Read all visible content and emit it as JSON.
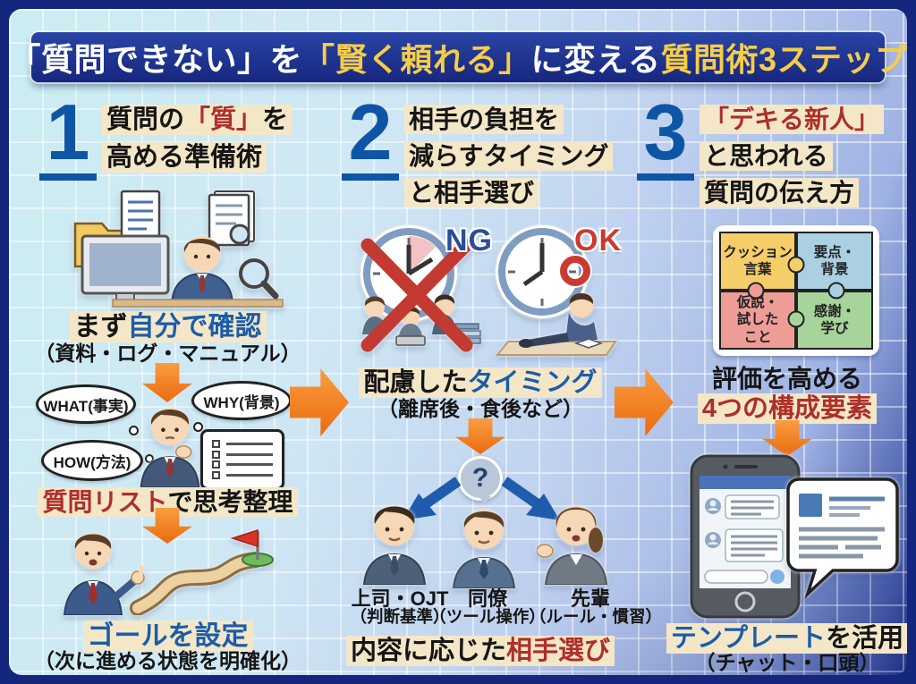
{
  "colors": {
    "frame_navy": "#15267d",
    "title_navy": "#1c2f87",
    "title_yellow": "#f6cd49",
    "accent_orange": "#ee7518",
    "number_blue": "#0f55a5",
    "text_red": "#ae2f2a",
    "text_blue": "#1b5cab",
    "highlight_cream": "#f4e7c8",
    "ng_blue": "#2c4d96",
    "ok_red": "#cc3a2f"
  },
  "title": {
    "w1": "「質問できない」を",
    "y1": "「賢く頼れる」",
    "w2": "に変える",
    "y2": "質問術3ステップ"
  },
  "step1": {
    "num": "1",
    "h1a": "質問の",
    "h1b": "「質」",
    "h1c": "を",
    "h2": "高める準備術",
    "confirm_a": "まず",
    "confirm_b": "自分で確認",
    "confirm_sub": "（資料・ログ・マニュアル）",
    "what": "WHAT(事実)",
    "why": "WHY(背景)",
    "how": "HOW(方法)",
    "list_a": "質問リスト",
    "list_b": "で思考整理",
    "goal": "ゴールを設定",
    "goal_sub": "（次に進める状態を明確化）"
  },
  "step2": {
    "num": "2",
    "h1": "相手の負担を",
    "h2": "減らすタイミング",
    "h3": "と相手選び",
    "ng": "NG",
    "ok": "OK",
    "timing_a": "配慮した",
    "timing_b": "タイミング",
    "timing_sub": "（離席後・食後など）",
    "qmark": "?",
    "p1": "上司・OJT",
    "p1s": "（判断基準）",
    "p2": "同僚",
    "p2s": "（ツール操作）",
    "p3": "先輩",
    "p3s": "（ルール・慣習）",
    "choose_a": "内容に応じた",
    "choose_b": "相手選び"
  },
  "step3": {
    "num": "3",
    "h1": "「デキる新人」",
    "h2": "と思われる",
    "h3": "質問の伝え方",
    "pz_tl": "クッション\n言葉",
    "pz_tr": "要点・\n背景",
    "pz_bl": "仮説・\n試した\nこと",
    "pz_br": "感謝・\n学び",
    "eval_a": "評価を高める",
    "eval_b": "4つの構成要素",
    "tpl_a": "テンプレート",
    "tpl_b": "を活用",
    "tpl_sub": "（チャット・口頭）"
  }
}
